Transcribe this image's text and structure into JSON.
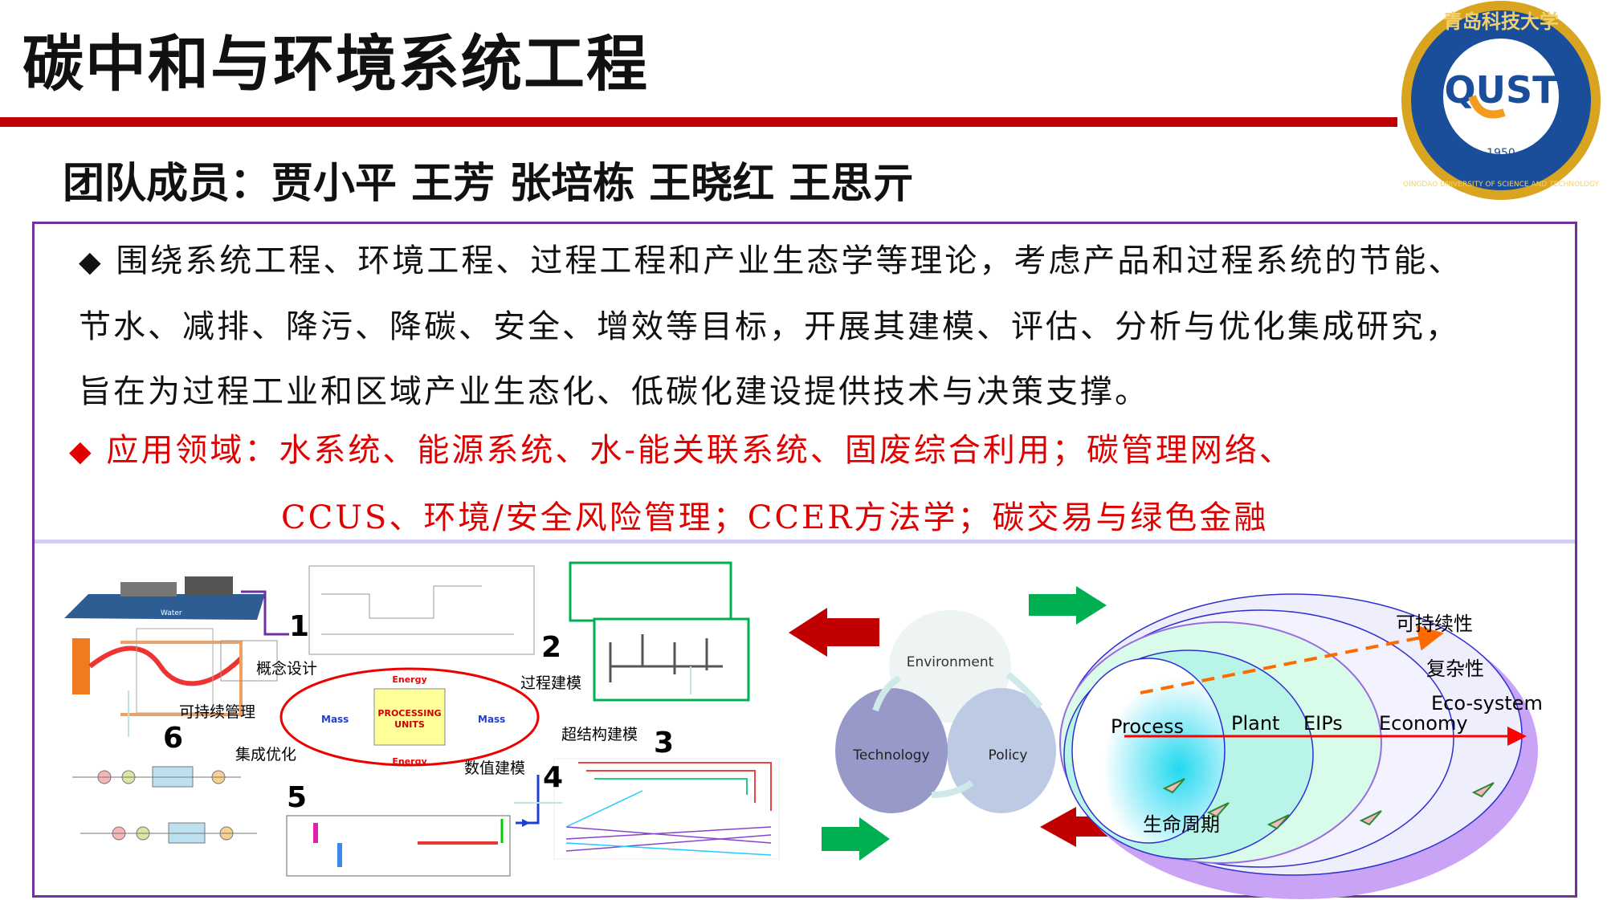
{
  "header": {
    "title": "碳中和与环境系统工程",
    "team_members": "团队成员：贾小平  王芳  张培栋  王晓红  王思亓"
  },
  "logo": {
    "name_cn": "青岛科技大学",
    "mark": "QUST",
    "year": "1950",
    "name_en": "QINGDAO UNIVERSITY OF SCIENCE AND TECHNOLOGY"
  },
  "intro": {
    "bullet": "◆",
    "lines": [
      "围绕系统工程、环境工程、过程工程和产业生态学等理论，考虑产品和过程系统的节能、",
      "节水、减排、降污、降碳、安全、增效等目标，开展其建模、评估、分析与优化集成研究，",
      "旨在为过程工业和区域产业生态化、低碳化建设提供技术与决策支撑。"
    ],
    "application_lines": [
      "应用领域：水系统、能源系统、水-能关联系统、固废综合利用；碳管理网络、",
      "CCUS、环境/安全风险管理；CCER方法学；碳交易与绿色金融"
    ]
  },
  "workflow": {
    "steps": [
      {
        "num": "1",
        "label": "概念设计"
      },
      {
        "num": "2",
        "label": "过程建模"
      },
      {
        "num": "3",
        "label": "超结构建模"
      },
      {
        "num": "4",
        "label": "数值建模"
      },
      {
        "num": "5",
        "label": "集成优化"
      },
      {
        "num": "6",
        "label": "可持续管理"
      }
    ],
    "processing": {
      "energy": "Energy",
      "mass": "Mass",
      "units_1": "PROCESSING",
      "units_2": "UNITS"
    },
    "factory_label": "Water"
  },
  "venn": {
    "environment": "Environment",
    "technology": "Technology",
    "policy": "Policy"
  },
  "levels": {
    "sustainability": "可持续性",
    "complexity": "复杂性",
    "ecosystem": "Eco-system",
    "process": "Process",
    "plant": "Plant",
    "eips": "EIPs",
    "economy": "Economy",
    "lifecycle": "生命周期"
  },
  "colors": {
    "accent_red": "#c00000",
    "app_red": "#e00000",
    "frame_purple": "#7030a0",
    "arrow_green": "#00b050"
  }
}
